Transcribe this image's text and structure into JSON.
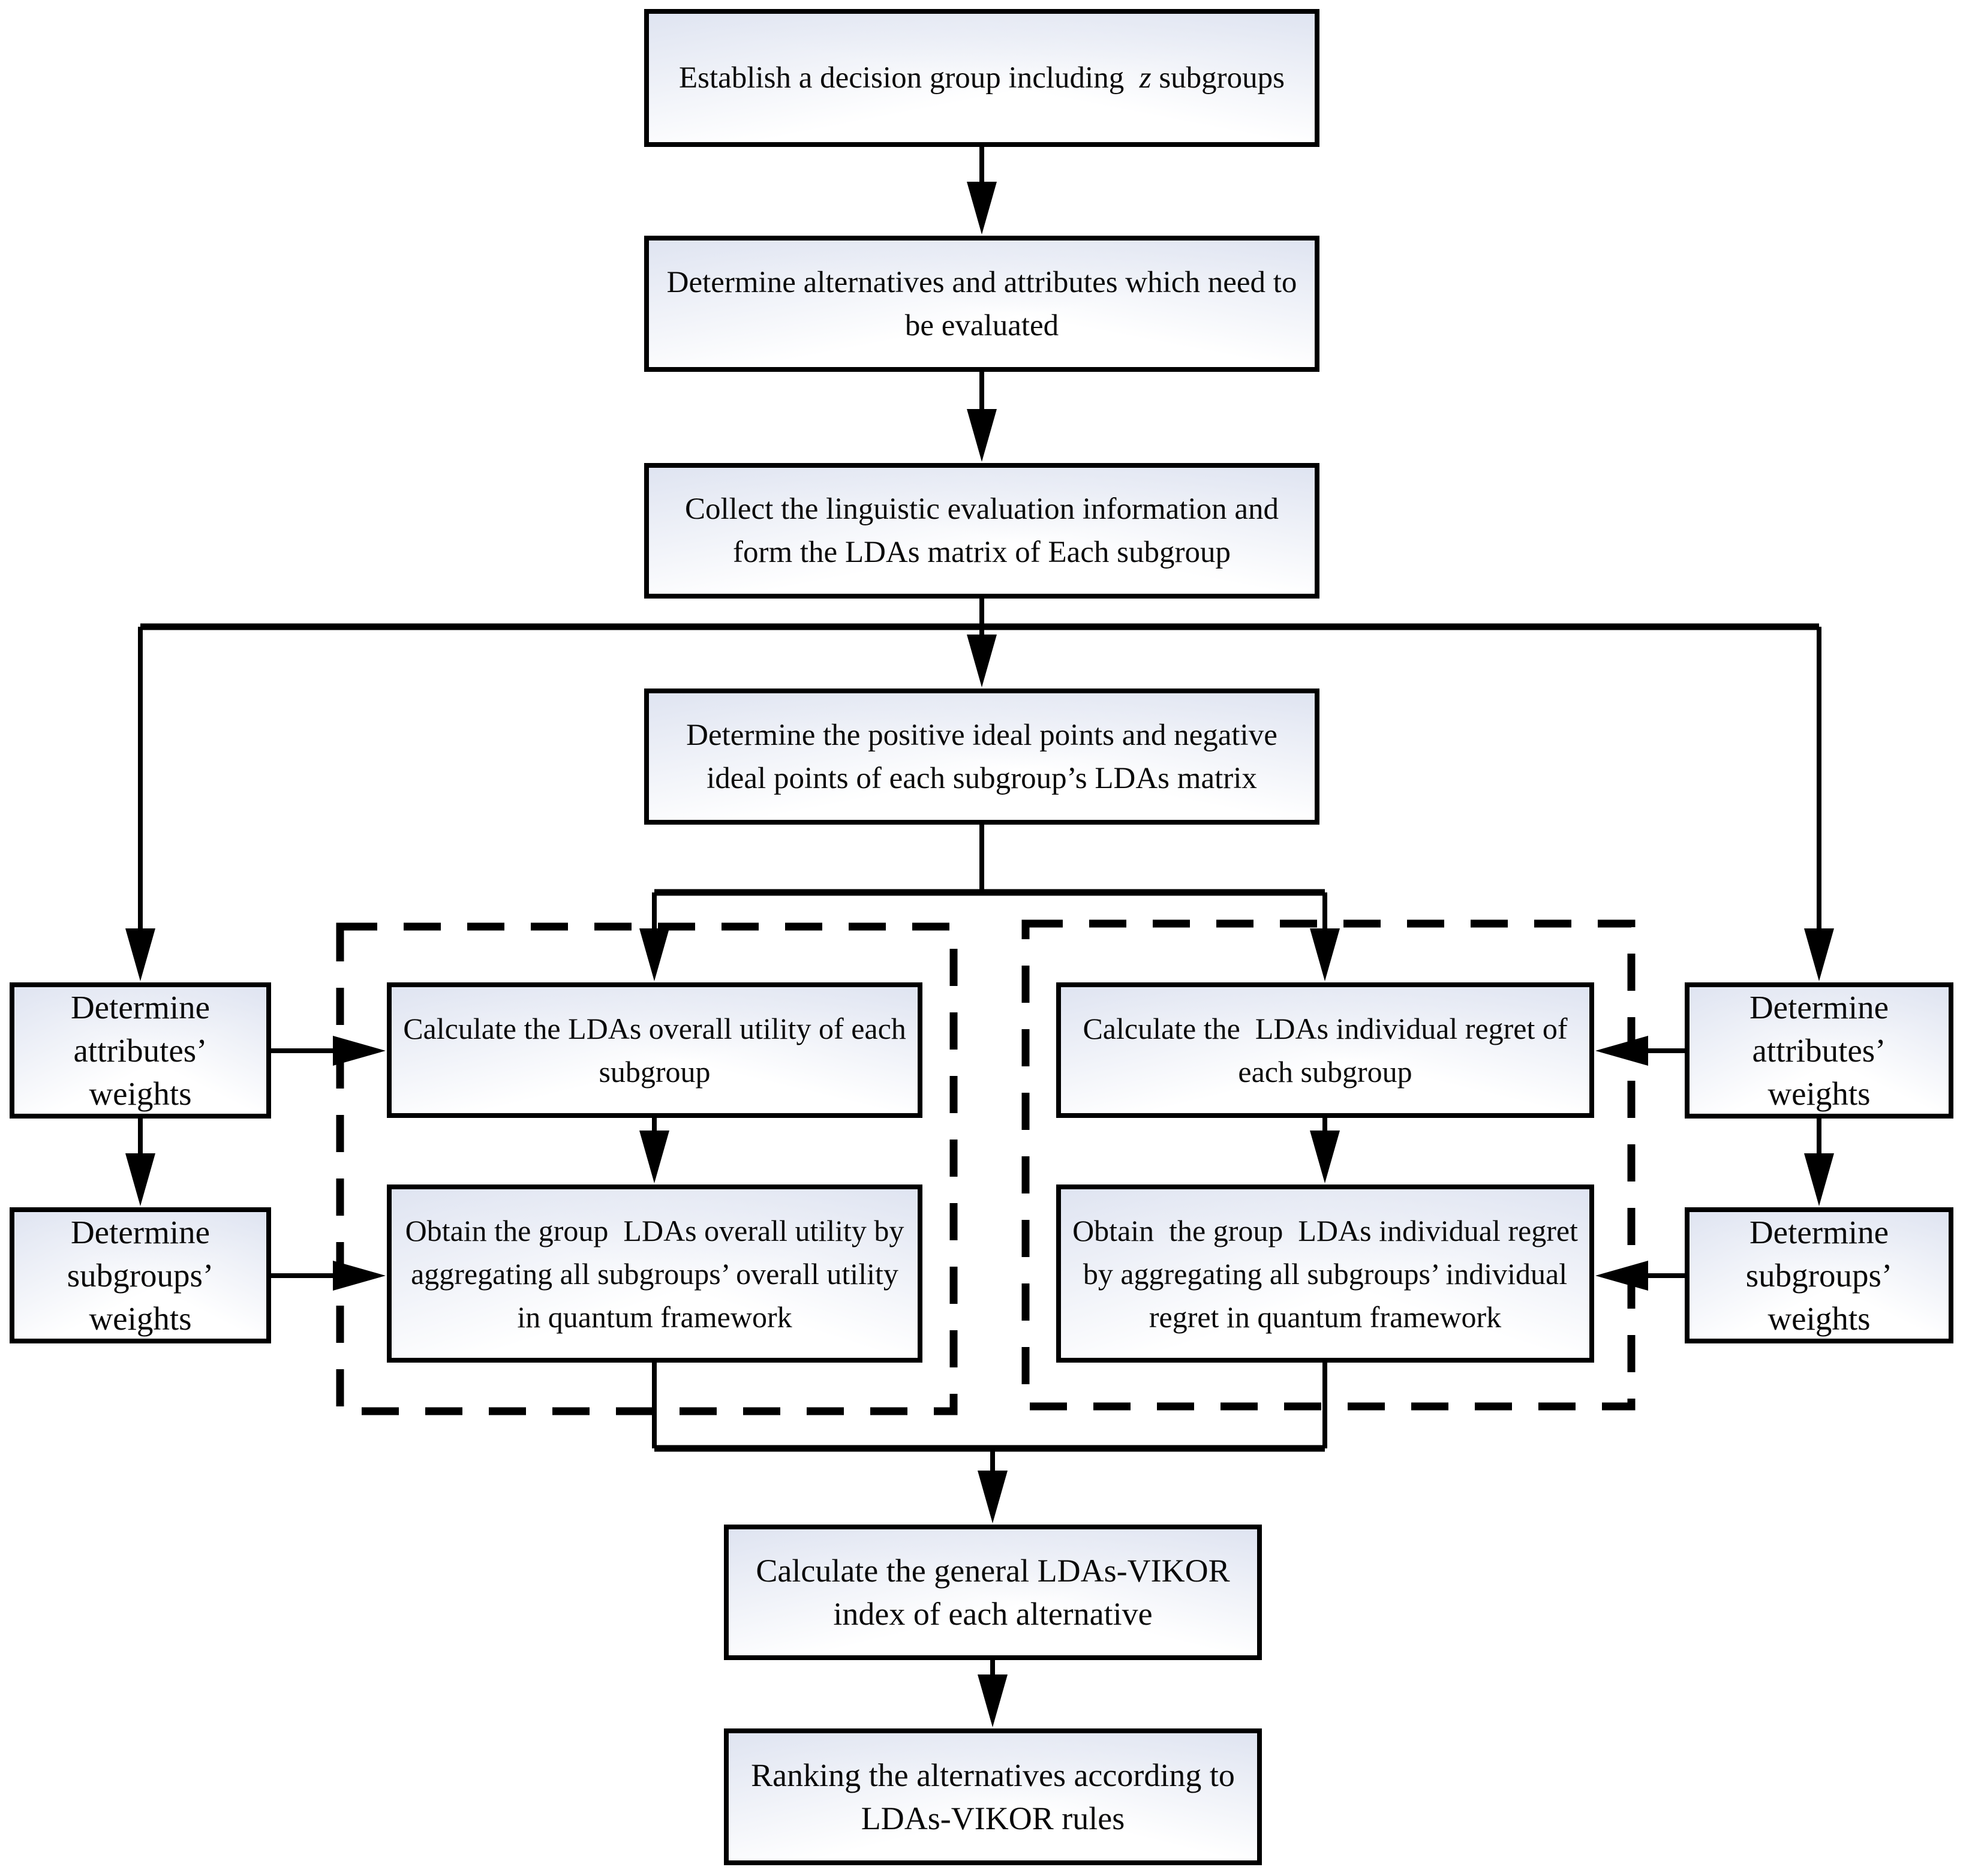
{
  "colors": {
    "line": "#000000",
    "text": "#0a0a0a",
    "box_tint": "#dfe4f1",
    "background": "#ffffff"
  },
  "boxes": {
    "establish_group": {
      "runs": [
        {
          "t": "Establish a decision group including  "
        },
        {
          "t": "z",
          "i": true
        },
        {
          "t": " subgroups"
        }
      ]
    },
    "determine_alternatives": {
      "runs": [
        {
          "t": "Determine alternatives and attributes which need to be evaluated"
        }
      ]
    },
    "collect_linguistic": {
      "runs": [
        {
          "t": "Collect the linguistic evaluation information and form the LDAs matrix of Each subgroup"
        }
      ]
    },
    "ideal_points": {
      "runs": [
        {
          "t": "Determine the positive ideal points and negative ideal points of each subgroup’s LDAs matrix"
        }
      ]
    },
    "attr_weights_left": {
      "runs": [
        {
          "t": "Determine attributes’ weights"
        }
      ]
    },
    "subgroup_weights_left": {
      "runs": [
        {
          "t": "Determine subgroups’ weights"
        }
      ]
    },
    "calc_overall_utility": {
      "runs": [
        {
          "t": "Calculate the LDAs overall utility of each subgroup"
        }
      ]
    },
    "obtain_group_utility": {
      "runs": [
        {
          "t": "Obtain the group  LDAs overall utility by aggregating all subgroups’ overall utility in quantum framework"
        }
      ]
    },
    "calc_individual_regret": {
      "runs": [
        {
          "t": "Calculate the  LDAs individual regret of each subgroup"
        }
      ]
    },
    "obtain_group_regret": {
      "runs": [
        {
          "t": "Obtain  the group  LDAs individual regret by aggregating all subgroups’ individual regret in quantum framework"
        }
      ]
    },
    "attr_weights_right": {
      "runs": [
        {
          "t": "Determine attributes’ weights"
        }
      ]
    },
    "subgroup_weights_right": {
      "runs": [
        {
          "t": "Determine subgroups’ weights"
        }
      ]
    },
    "vikor_index": {
      "runs": [
        {
          "t": "Calculate the general LDAs-VIKOR index of each alternative"
        }
      ]
    },
    "ranking": {
      "runs": [
        {
          "t": "Ranking the alternatives according to LDAs-VIKOR rules"
        }
      ]
    }
  }
}
